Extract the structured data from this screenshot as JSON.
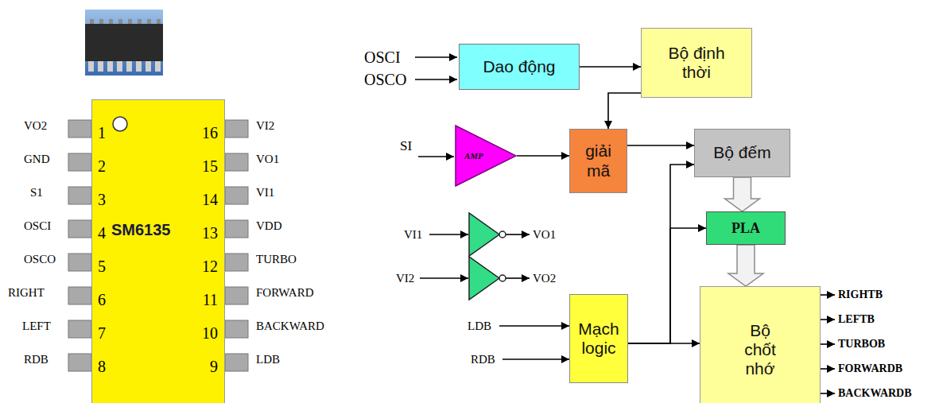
{
  "diagram": {
    "nodes": [
      {
        "text": [
          "SM6135"
        ]
      },
      {
        "text": [
          "Dao động"
        ]
      },
      {
        "text": [
          "Bộ định thời"
        ]
      },
      {
        "text": [
          "AMP"
        ]
      },
      {
        "text": [
          "giải mã"
        ]
      },
      {
        "text": [
          "Bộ đếm"
        ]
      },
      {
        "text": [
          "PLA"
        ]
      },
      {
        "text": [
          "Mạch logic"
        ]
      },
      {
        "text": [
          "Bộ chốt nhớ"
        ]
      }
    ],
    "edges": [
      {
        "from": 1,
        "to": 2,
        "arrow": "to"
      },
      {
        "from": 2,
        "to": 4,
        "arrow": "to"
      },
      {
        "from": 3,
        "to": 4,
        "arrow": "to"
      },
      {
        "from": 4,
        "to": 5,
        "arrow": "to"
      },
      {
        "from": 5,
        "to": 6,
        "arrow": "to"
      },
      {
        "from": 6,
        "to": 8,
        "arrow": "to"
      },
      {
        "from": 7,
        "to": 8,
        "arrow": "to"
      },
      {
        "from": 7,
        "to": 5,
        "arrow": "to"
      },
      {
        "from": 7,
        "to": 6,
        "arrow": "to"
      }
    ],
    "labels": [
      "VO2",
      "GND",
      "S1",
      "OSCI",
      "OSCO",
      "RIGHT",
      "LEFT",
      "RDB",
      "1",
      "2",
      "3",
      "4",
      "5",
      "6",
      "7",
      "8",
      "16",
      "15",
      "14",
      "13",
      "12",
      "11",
      "10",
      "9",
      "VI2",
      "VO1",
      "VI1",
      "VDD",
      "TURBO",
      "FORWARD",
      "BACKWARD",
      "LDB",
      "OSCI",
      "OSCO",
      "SI",
      "VI1",
      "VO1",
      "VI2",
      "VO2",
      "LDB",
      "RDB",
      "RIGHTB",
      "LEFTB",
      "TURBOB",
      "FORWARDB",
      "BACKWARDB"
    ]
  }
}
